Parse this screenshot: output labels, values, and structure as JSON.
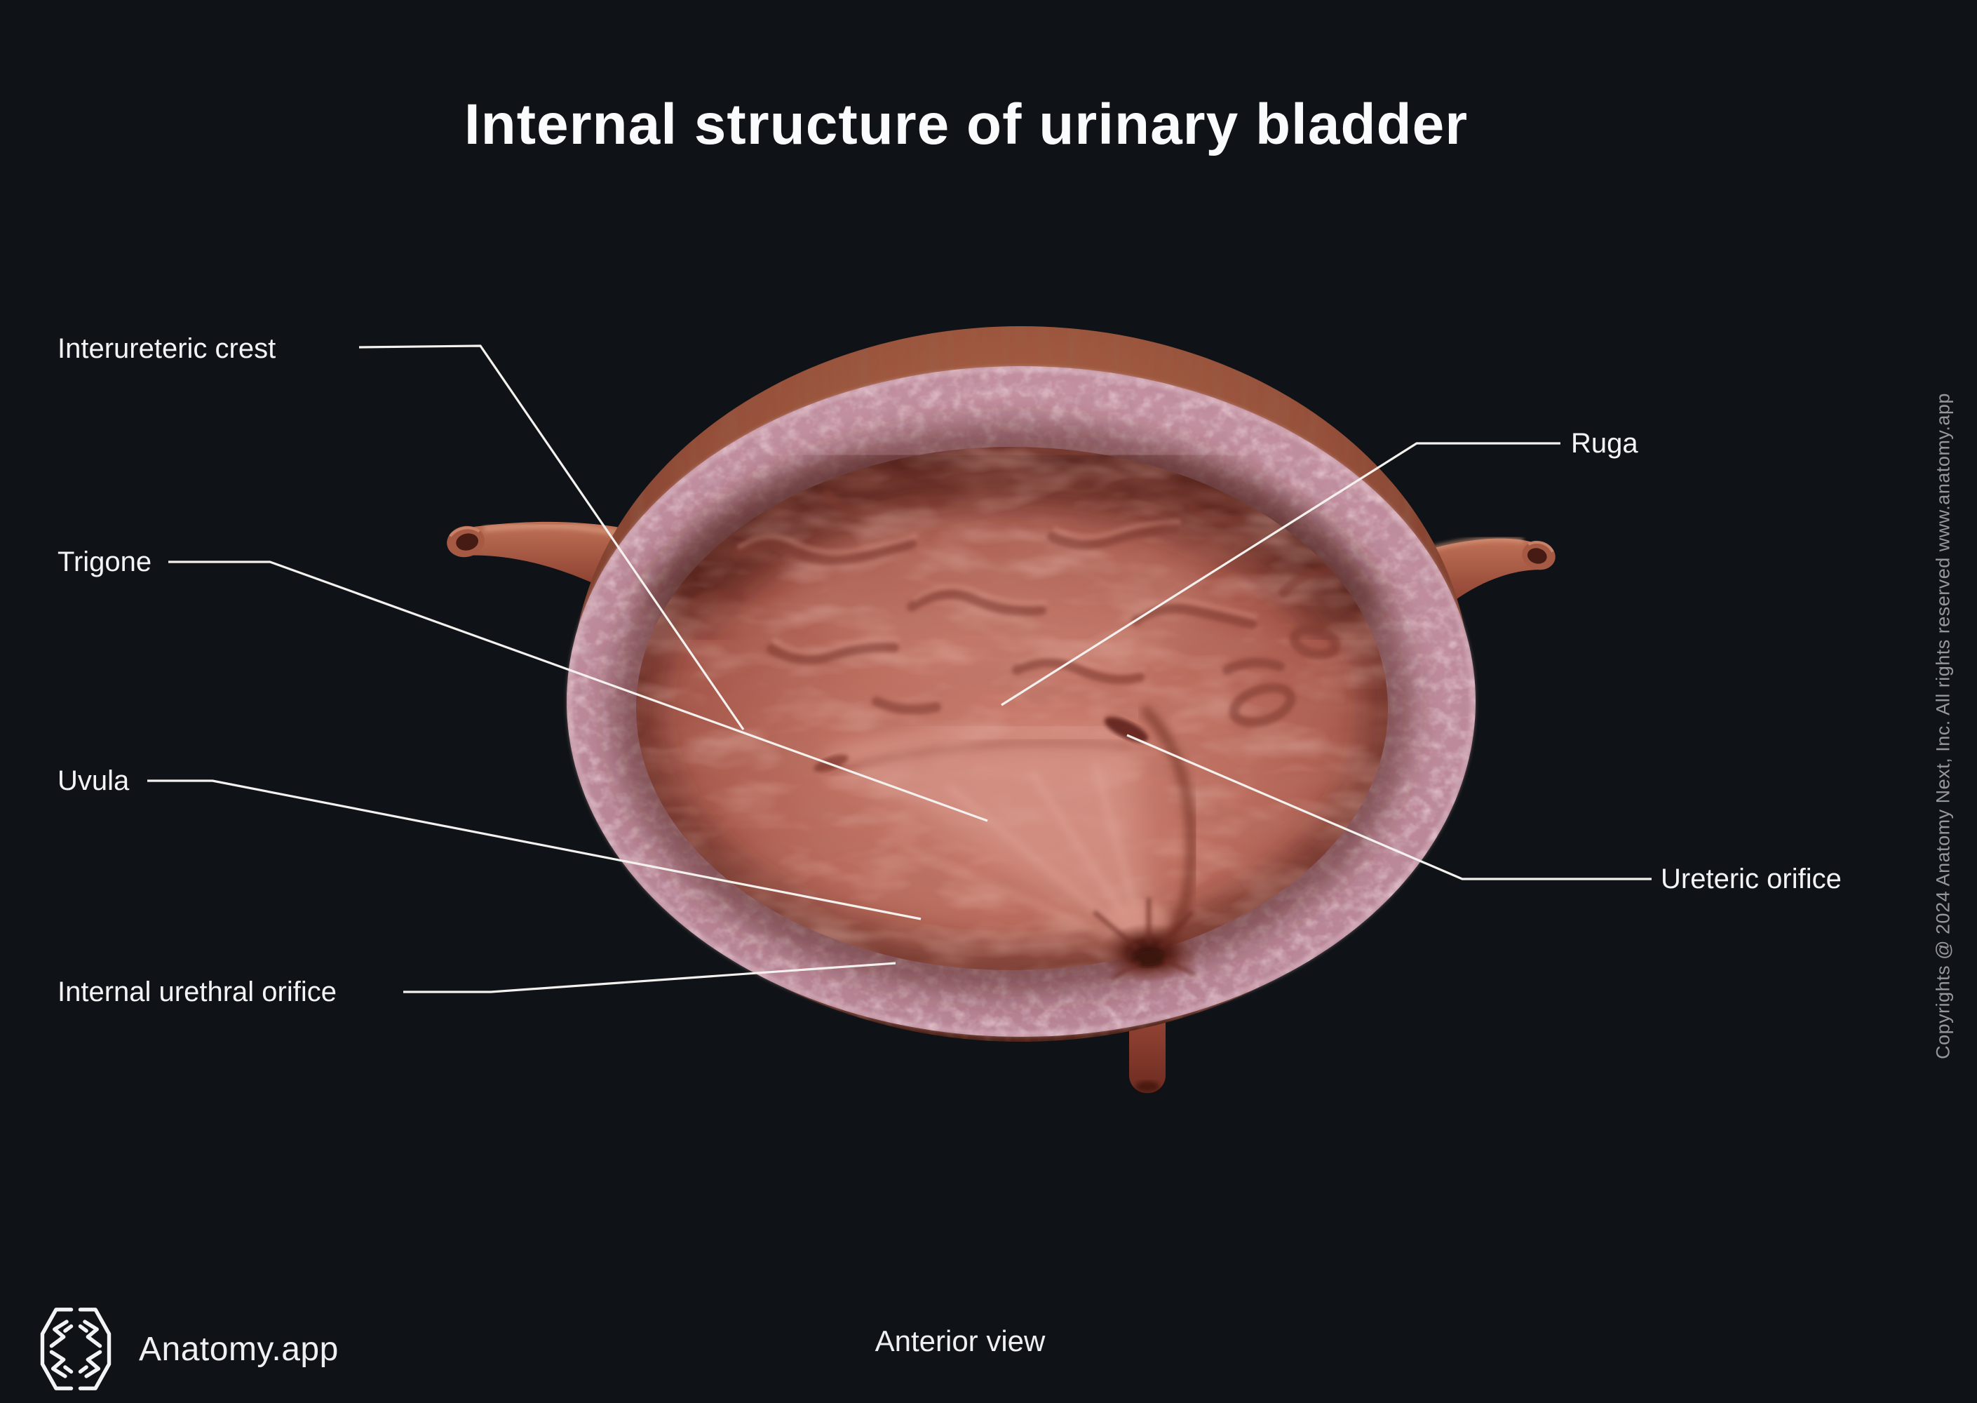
{
  "title": "Internal structure of urinary bladder",
  "view_caption": "Anterior view",
  "branding": {
    "name": "Anatomy.app",
    "icon": "brain-hexagon-icon"
  },
  "copyright_notice": "Copyrights @ 2024 Anatomy Next, Inc. All rights reserved www.anatomy.app",
  "labels": {
    "interureteric_crest": "Interureteric crest",
    "trigone": "Trigone",
    "uvula": "Uvula",
    "internal_urethral_orifice": "Internal urethral orifice",
    "ruga": "Ruga",
    "ureteric_orifice": "Ureteric orifice"
  },
  "illustration": {
    "subject": "Urinary bladder cut open anteriorly showing internal mucosal surface, ureters and urethra",
    "colors": {
      "background": "#0f1216",
      "label_text": "#f3f4f6",
      "leader_line": "#f4f2ef",
      "copyright_text": "#95979c",
      "outer_muscle_wall": "#a85a42",
      "cut_wall_edge": "#c593a3",
      "mucosa": "#b86a5b",
      "trigone": "#d18b7e"
    }
  }
}
